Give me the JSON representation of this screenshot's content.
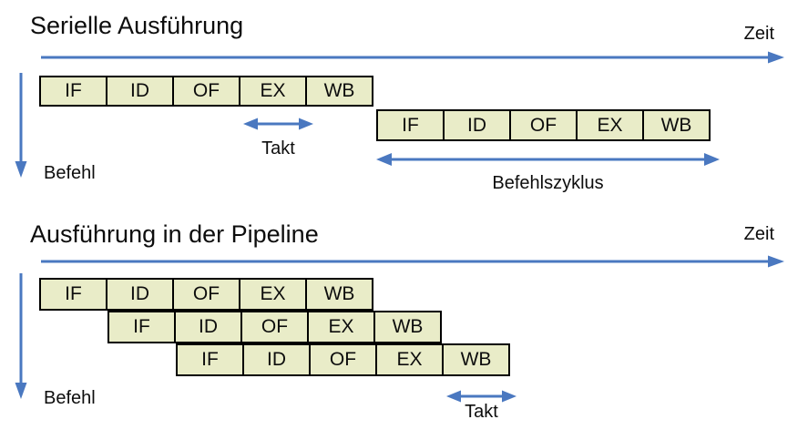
{
  "colors": {
    "box_fill": "#e9ecc8",
    "box_border": "#000000",
    "arrow_blue": "#4a78c0",
    "text": "#0d0d0d",
    "background": "#ffffff"
  },
  "serial": {
    "title": "Serielle Ausführung",
    "zeit_label": "Zeit",
    "befehl_label": "Befehl",
    "takt_label": "Takt",
    "befehlszyklus_label": "Befehlszyklus",
    "instructions": [
      {
        "stages": [
          "IF",
          "ID",
          "OF",
          "EX",
          "WB"
        ]
      },
      {
        "stages": [
          "IF",
          "ID",
          "OF",
          "EX",
          "WB"
        ]
      }
    ]
  },
  "pipeline": {
    "title": "Ausführung in der Pipeline",
    "zeit_label": "Zeit",
    "befehl_label": "Befehl",
    "takt_label": "Takt",
    "instructions": [
      {
        "stages": [
          "IF",
          "ID",
          "OF",
          "EX",
          "WB"
        ]
      },
      {
        "stages": [
          "IF",
          "ID",
          "OF",
          "EX",
          "WB"
        ]
      },
      {
        "stages": [
          "IF",
          "ID",
          "OF",
          "EX",
          "WB"
        ]
      }
    ]
  }
}
